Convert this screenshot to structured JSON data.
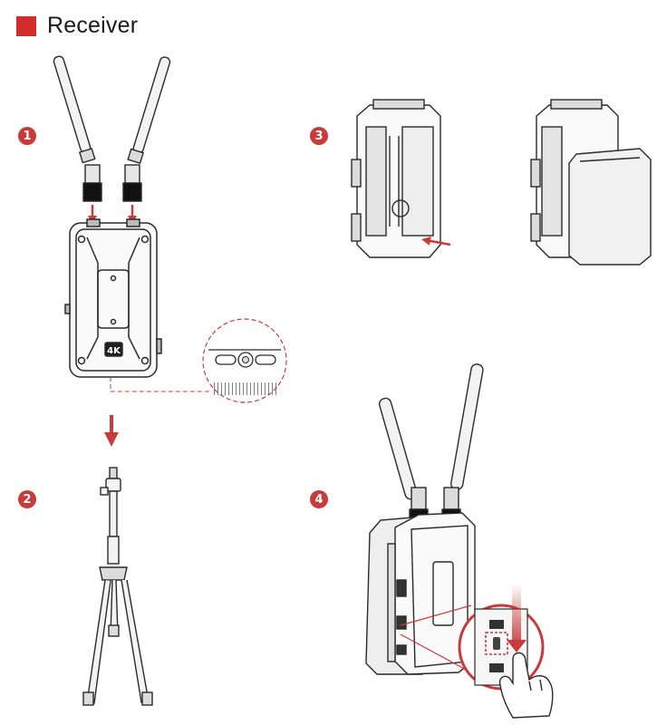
{
  "heading": {
    "title": "Receiver"
  },
  "steps": [
    {
      "number": "1"
    },
    {
      "number": "2"
    },
    {
      "number": "3"
    },
    {
      "number": "4"
    }
  ],
  "device": {
    "badge_text": "4K"
  },
  "colors": {
    "accent": "#d42b2b",
    "line": "#2a2a2a",
    "fill_light": "#f1f1f1",
    "fill_mid": "#dcdcdc"
  },
  "icons": [
    "antenna-icon",
    "receiver-device-icon",
    "arrow-down-icon",
    "tripod-icon",
    "battery-icon",
    "magnifier-callout-icon",
    "hand-pointer-icon"
  ]
}
